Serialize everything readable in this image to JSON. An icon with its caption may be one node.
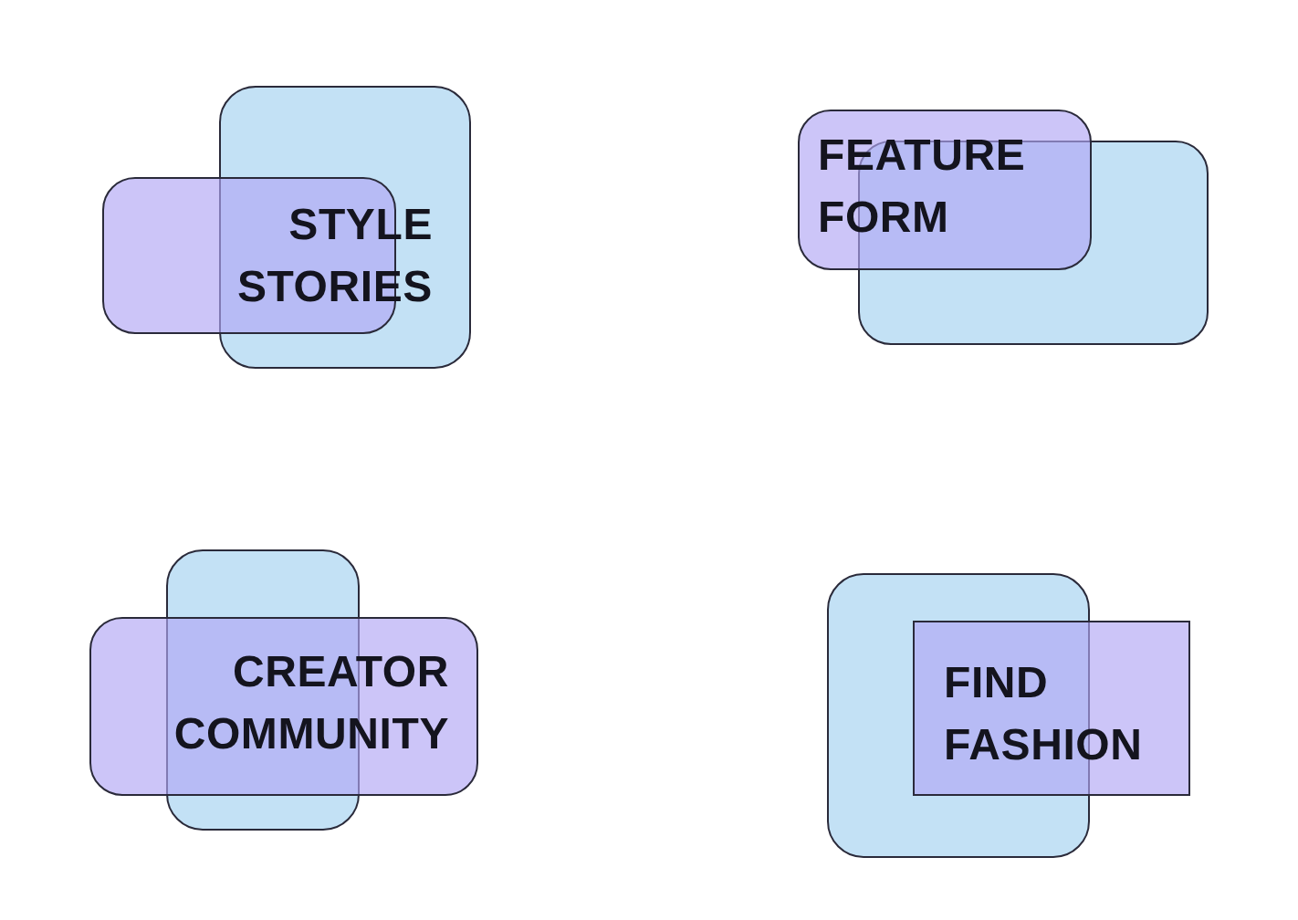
{
  "diagram": {
    "nodes": [
      {
        "text": [
          "STYLE STORIES"
        ]
      },
      {
        "text": [
          "FEATURE FORM"
        ]
      },
      {
        "text": [
          "CREATOR COMMUNITY"
        ]
      },
      {
        "text": [
          "FIND FASHION"
        ]
      }
    ]
  }
}
